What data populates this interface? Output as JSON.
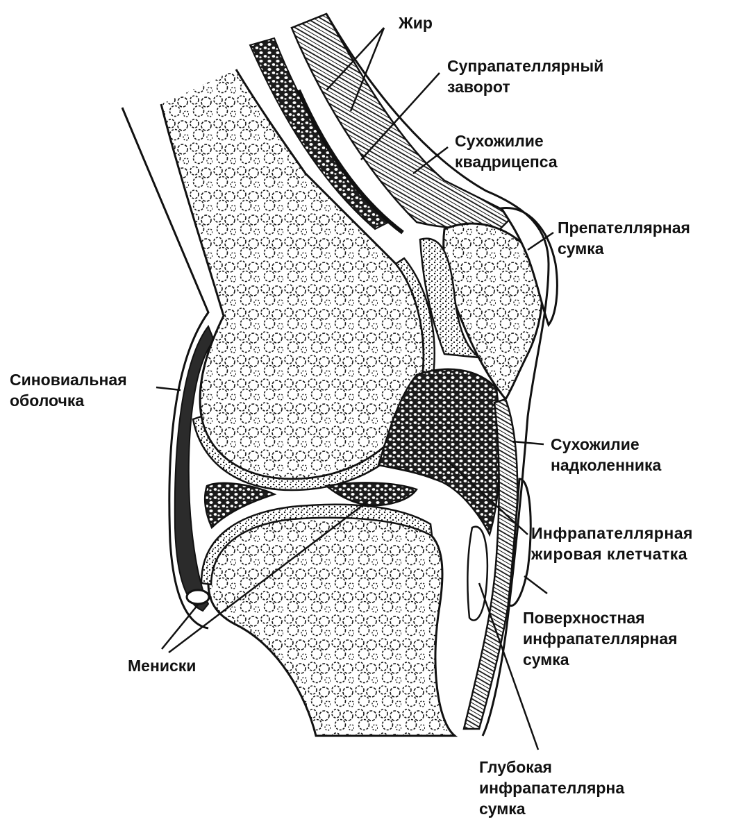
{
  "diagram": {
    "colors": {
      "ink": "#111111",
      "paper": "#ffffff",
      "dense": "#2b2b2b",
      "cartilage": "#555555"
    },
    "labels": {
      "fat": [
        "Жир"
      ],
      "suprapatellar_recess": [
        "Супрапателлярный",
        "заворот"
      ],
      "quadriceps_tendon": [
        "Сухожилие",
        "квадрицепса"
      ],
      "prepatellar_bursa": [
        "Препателлярная",
        "сумка"
      ],
      "synovial_membrane": [
        "Синовиальная",
        "оболочка"
      ],
      "patellar_tendon": [
        "Сухожилие",
        "надколенника"
      ],
      "infrapatellar_fat_pad": [
        "Инфрапателлярная",
        "жировая клетчатка"
      ],
      "superficial_infrapatellar_bursa": [
        "Поверхностная",
        "инфрапателлярная",
        "сумка"
      ],
      "menisci": [
        "Мениски"
      ],
      "deep_infrapatellar_bursa": [
        "Глубокая",
        "инфрапателлярна",
        "сумка"
      ]
    }
  }
}
